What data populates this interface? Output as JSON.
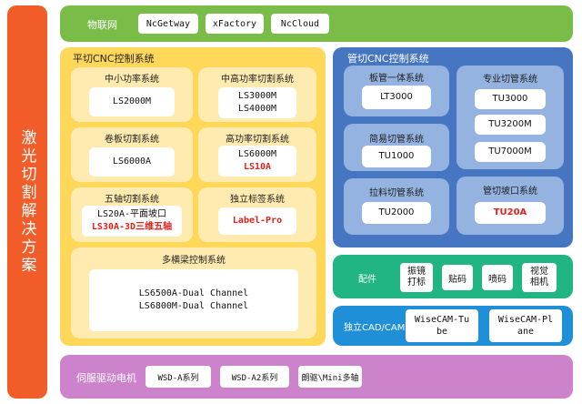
{
  "side_title": "激光切割解决方案",
  "iot": {
    "title": "物联网",
    "items": [
      "NcGetway",
      "xFactory",
      "NcCloud"
    ]
  },
  "flat": {
    "title": "平切CNC控制系统",
    "groups": [
      {
        "title": "中小功率系统",
        "lines": [
          "LS2000M"
        ]
      },
      {
        "title": "中高功率切割系统",
        "lines": [
          "LS3000M",
          "LS4000M"
        ]
      },
      {
        "title": "卷板切割系统",
        "lines": [
          "LS6000A"
        ]
      },
      {
        "title": "高功率切割系统",
        "lines": [
          "LS6000M",
          "LS10A"
        ]
      },
      {
        "title": "五轴切割系统",
        "lines": [
          "LS20A-平面坡口",
          "LS30A-3D三维五轴"
        ]
      },
      {
        "title": "独立标签系统",
        "lines": [
          "Label-Pro"
        ]
      },
      {
        "title": "多横梁控制系统",
        "lines": [
          "LS6500A-Dual Channel",
          "LS6800M-Dual Channel"
        ]
      }
    ]
  },
  "tube": {
    "title": "管切CNC控制系统",
    "groups": [
      {
        "title": "板管一体系统",
        "lines": [
          "LT3000"
        ]
      },
      {
        "title": "专业切管系统",
        "lines": [
          "TU3000",
          "TU3200M",
          "TU7000M"
        ]
      },
      {
        "title": "简易切管系统",
        "lines": [
          "TU1000"
        ]
      },
      {
        "title": "拉料切管系统",
        "lines": [
          "TU2000"
        ]
      },
      {
        "title": "管切坡口系统",
        "lines": [
          "TU20A"
        ]
      }
    ]
  },
  "accessories": {
    "title": "配件",
    "items": [
      "振镜打标",
      "贴码",
      "喷码",
      "视觉相机"
    ]
  },
  "cadcam": {
    "title": "独立CAD/CAM",
    "items": [
      "WiseCAM-Tube",
      "WiseCAM-Plane"
    ]
  },
  "servo": {
    "title": "伺服驱动电机",
    "items": [
      "WSD-A系列",
      "WSD-A2系列",
      "朗驱\\Mini多轴"
    ]
  },
  "colors": {
    "side": "#f15c28",
    "iot": "#79bc47",
    "flat": "#ffd85a",
    "flat_inner": "#ffeab0",
    "tube": "#4676c2",
    "tube_inner": "#94b3e0",
    "accessories": "#22b584",
    "cadcam": "#1f8fd8",
    "servo": "#cd82cc",
    "highlight": "#e0211c"
  }
}
